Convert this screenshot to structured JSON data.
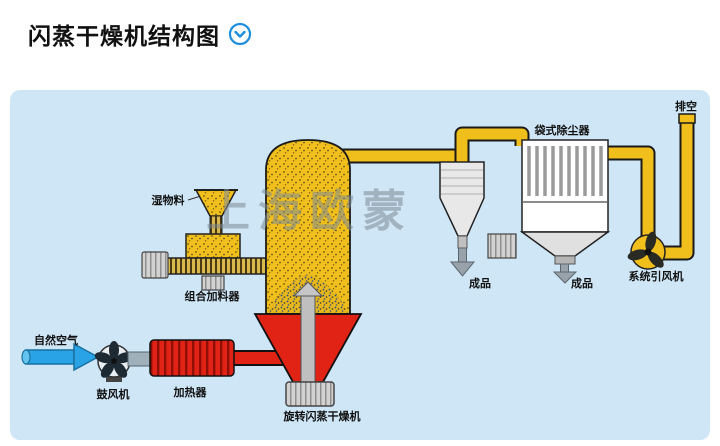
{
  "header": {
    "title": "闪蒸干燥机结构图"
  },
  "diagram": {
    "watermark": "上海欧蒙",
    "labels": {
      "wet_material": "湿物料",
      "combined_feeder": "组合加料器",
      "natural_air": "自然空气",
      "blower": "鼓风机",
      "heater": "加热器",
      "rotary_flash_dryer": "旋转闪蒸干燥机",
      "cyclone_product": "成品",
      "bagfilter_product": "成品",
      "bag_filter": "袋式除尘器",
      "exhaust": "排空",
      "system_fan": "系统引风机"
    },
    "colors": {
      "panel_bg": "#cfe6f7",
      "equipment_yellow": "#f0bf1c",
      "heater_red": "#e02314",
      "air_blue": "#29a3e6",
      "icon_blue": "#1e8ede"
    }
  }
}
